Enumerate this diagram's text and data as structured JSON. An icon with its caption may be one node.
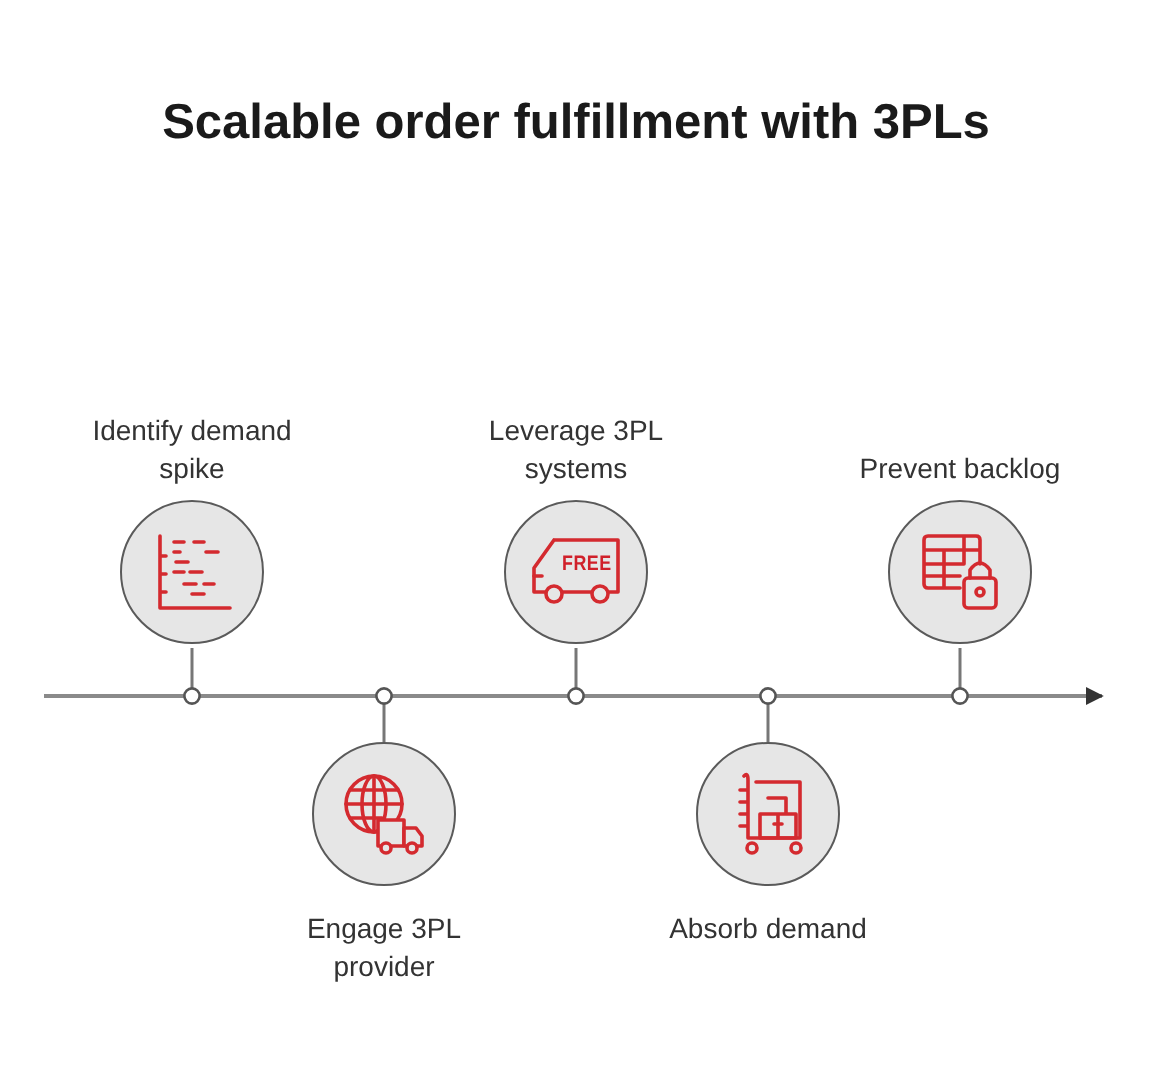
{
  "diagram": {
    "title": "Scalable order fulfillment with 3PLs",
    "nodes": [
      {
        "text": [
          "Identify demand spike"
        ]
      },
      {
        "text": [
          "Engage 3PL provider"
        ]
      },
      {
        "text": [
          "Leverage 3PL systems",
          "FREE"
        ]
      },
      {
        "text": [
          "Absorb demand"
        ]
      },
      {
        "text": [
          "Prevent backlog"
        ]
      }
    ]
  }
}
